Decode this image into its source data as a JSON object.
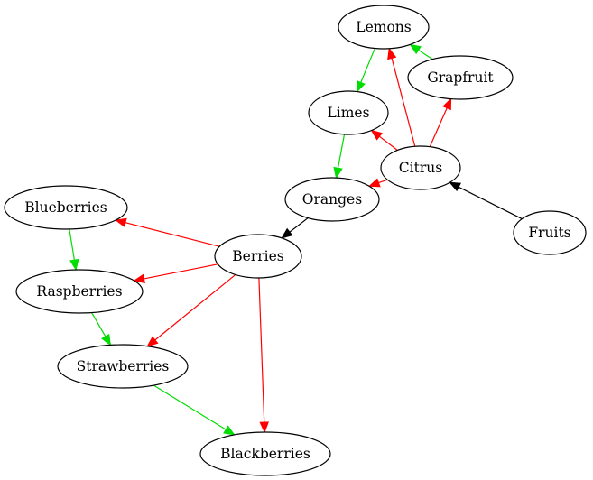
{
  "colors": {
    "red": "#ff0000",
    "green": "#00dd00",
    "black": "#000000"
  },
  "nodes": [
    {
      "id": "lemons",
      "label": "Lemons"
    },
    {
      "id": "grapfruit",
      "label": "Grapfruit"
    },
    {
      "id": "limes",
      "label": "Limes"
    },
    {
      "id": "citrus",
      "label": "Citrus"
    },
    {
      "id": "oranges",
      "label": "Oranges"
    },
    {
      "id": "fruits",
      "label": "Fruits"
    },
    {
      "id": "blueberries",
      "label": "Blueberries"
    },
    {
      "id": "berries",
      "label": "Berries"
    },
    {
      "id": "raspberries",
      "label": "Raspberries"
    },
    {
      "id": "strawberries",
      "label": "Strawberries"
    },
    {
      "id": "blackberries",
      "label": "Blackberries"
    }
  ],
  "edges": [
    {
      "from": "fruits",
      "to": "citrus",
      "color": "black"
    },
    {
      "from": "citrus",
      "to": "lemons",
      "color": "red"
    },
    {
      "from": "citrus",
      "to": "grapfruit",
      "color": "red"
    },
    {
      "from": "citrus",
      "to": "limes",
      "color": "red"
    },
    {
      "from": "citrus",
      "to": "oranges",
      "color": "red"
    },
    {
      "from": "grapfruit",
      "to": "lemons",
      "color": "green"
    },
    {
      "from": "lemons",
      "to": "limes",
      "color": "green"
    },
    {
      "from": "limes",
      "to": "oranges",
      "color": "green"
    },
    {
      "from": "oranges",
      "to": "berries",
      "color": "black"
    },
    {
      "from": "berries",
      "to": "blueberries",
      "color": "red"
    },
    {
      "from": "berries",
      "to": "raspberries",
      "color": "red"
    },
    {
      "from": "berries",
      "to": "strawberries",
      "color": "red"
    },
    {
      "from": "berries",
      "to": "blackberries",
      "color": "red"
    },
    {
      "from": "blueberries",
      "to": "raspberries",
      "color": "green"
    },
    {
      "from": "raspberries",
      "to": "strawberries",
      "color": "green"
    },
    {
      "from": "strawberries",
      "to": "blackberries",
      "color": "green"
    }
  ]
}
